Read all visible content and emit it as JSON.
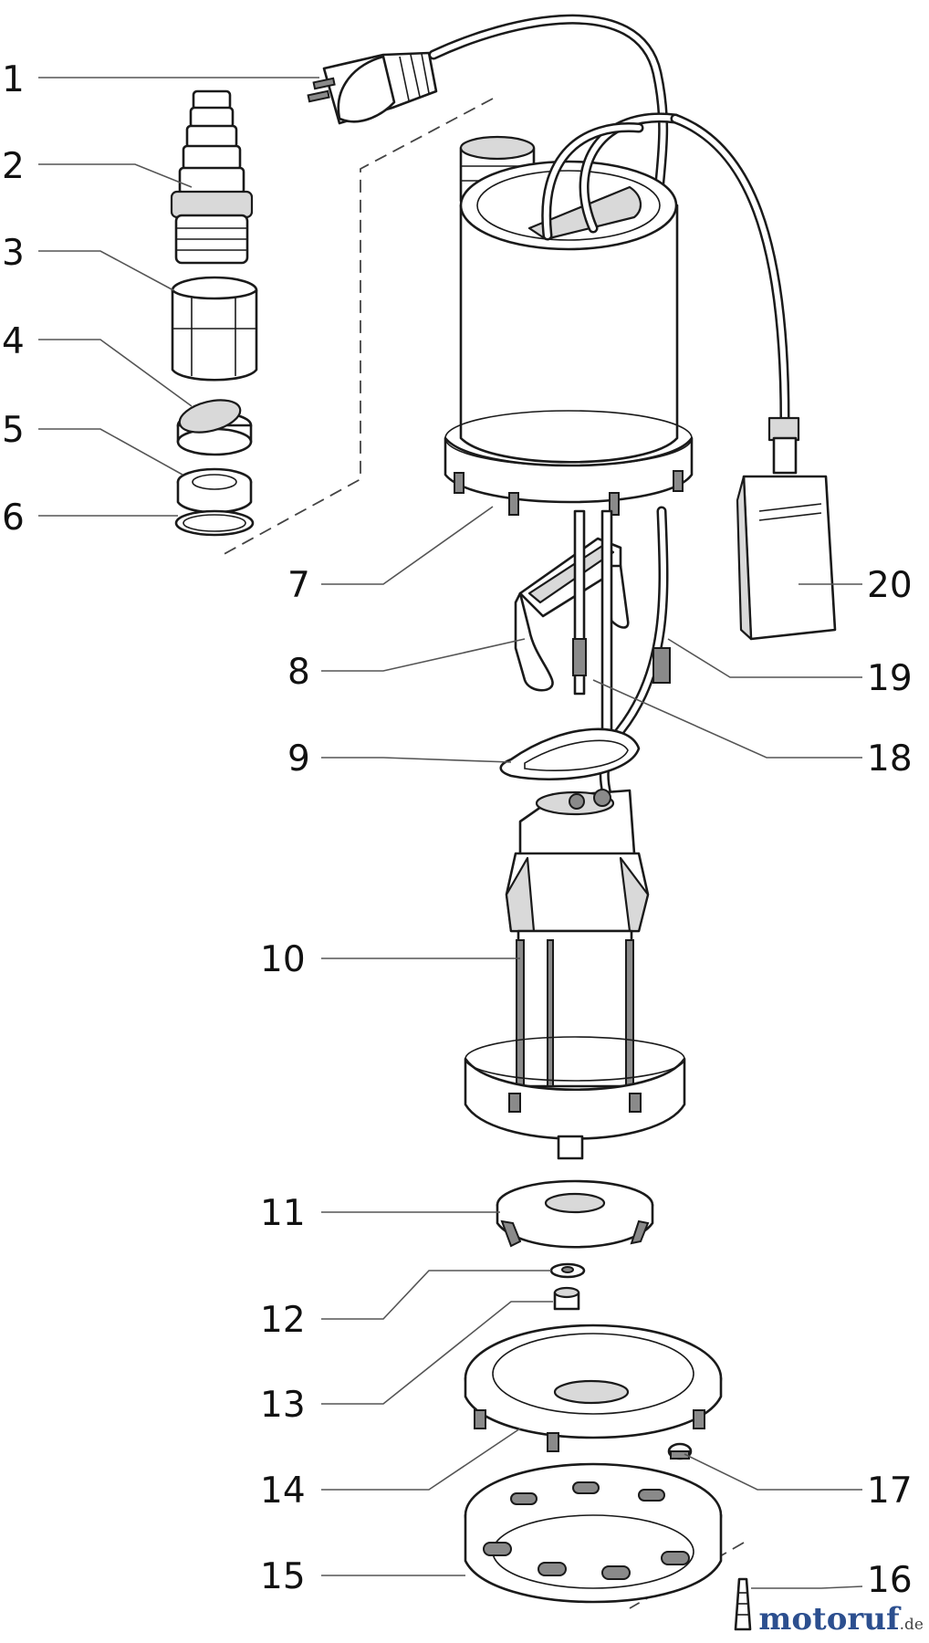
{
  "diagram": {
    "parts": [
      {
        "id": "p1",
        "number": "1"
      },
      {
        "id": "p2",
        "number": "2"
      },
      {
        "id": "p3",
        "number": "3"
      },
      {
        "id": "p4",
        "number": "4"
      },
      {
        "id": "p5",
        "number": "5"
      },
      {
        "id": "p6",
        "number": "6"
      },
      {
        "id": "p7",
        "number": "7"
      },
      {
        "id": "p8",
        "number": "8"
      },
      {
        "id": "p9",
        "number": "9"
      },
      {
        "id": "p10",
        "number": "10"
      },
      {
        "id": "p11",
        "number": "11"
      },
      {
        "id": "p12",
        "number": "12"
      },
      {
        "id": "p13",
        "number": "13"
      },
      {
        "id": "p14",
        "number": "14"
      },
      {
        "id": "p15",
        "number": "15"
      },
      {
        "id": "p16",
        "number": "16"
      },
      {
        "id": "p17",
        "number": "17"
      },
      {
        "id": "p18",
        "number": "18"
      },
      {
        "id": "p19",
        "number": "19"
      },
      {
        "id": "p20",
        "number": "20"
      }
    ]
  },
  "watermark": {
    "brand": "motoruf",
    "tld": ".de",
    "color": "#2c4f8f"
  }
}
